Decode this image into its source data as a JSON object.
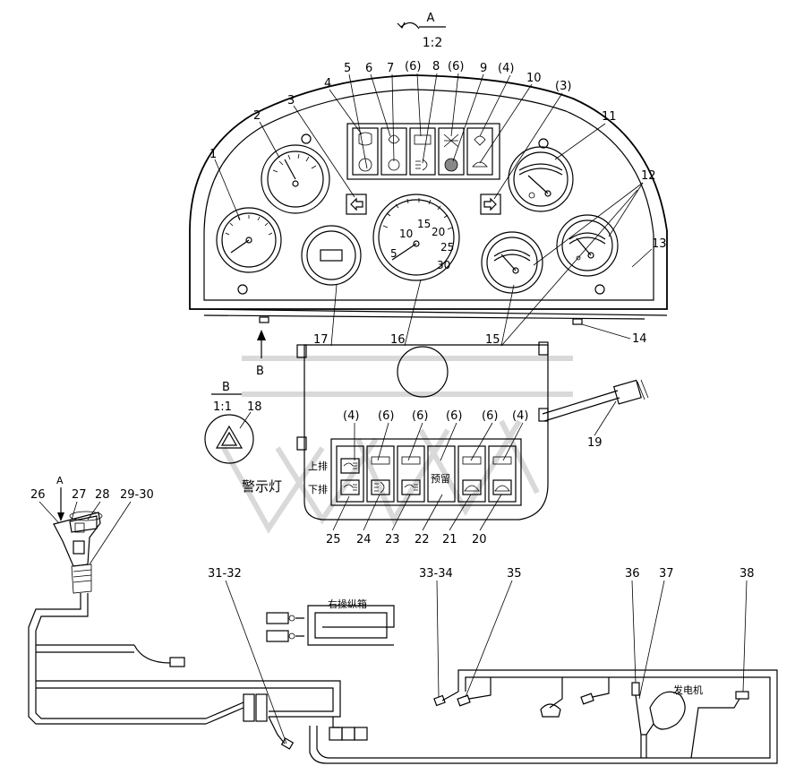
{
  "view_a": {
    "letter": "A",
    "scale": "1:2"
  },
  "view_b": {
    "letter": "B",
    "scale": "1:1"
  },
  "view_b_arrow": "B",
  "callouts": {
    "c1": "1",
    "c2": "2",
    "c3": "3",
    "c4": "4",
    "c5": "5",
    "c6": "6",
    "c7": "7",
    "c6a": "(6)",
    "c8": "8",
    "c6b": "(6)",
    "c9": "9",
    "c4a": "(4)",
    "c10": "10",
    "c3a": "(3)",
    "c11": "11",
    "c12": "12",
    "c13": "13",
    "c14": "14",
    "c15": "15",
    "c16": "16",
    "c17": "17",
    "c18": "18",
    "c19": "19",
    "sw_top": [
      "(4)",
      "(6)",
      "(6)",
      "(6)",
      "(6)",
      "(4)"
    ],
    "sw_bottom": [
      "25",
      "24",
      "23",
      "22",
      "21",
      "20"
    ],
    "c26": "26",
    "c27": "27",
    "c28": "28",
    "c2930": "29-30",
    "cA": "A",
    "c3132": "31-32",
    "c3334": "33-34",
    "c35": "35",
    "c36": "36",
    "c37": "37",
    "c38": "38"
  },
  "tach_scale": [
    "5",
    "10",
    "15",
    "20",
    "25",
    "30"
  ],
  "labels": {
    "upper_row": "上排",
    "lower_row": "下排",
    "reserved": "预留",
    "warning_light": "警示灯",
    "right_control_box": "右操纵箱",
    "generator": "发电机"
  }
}
